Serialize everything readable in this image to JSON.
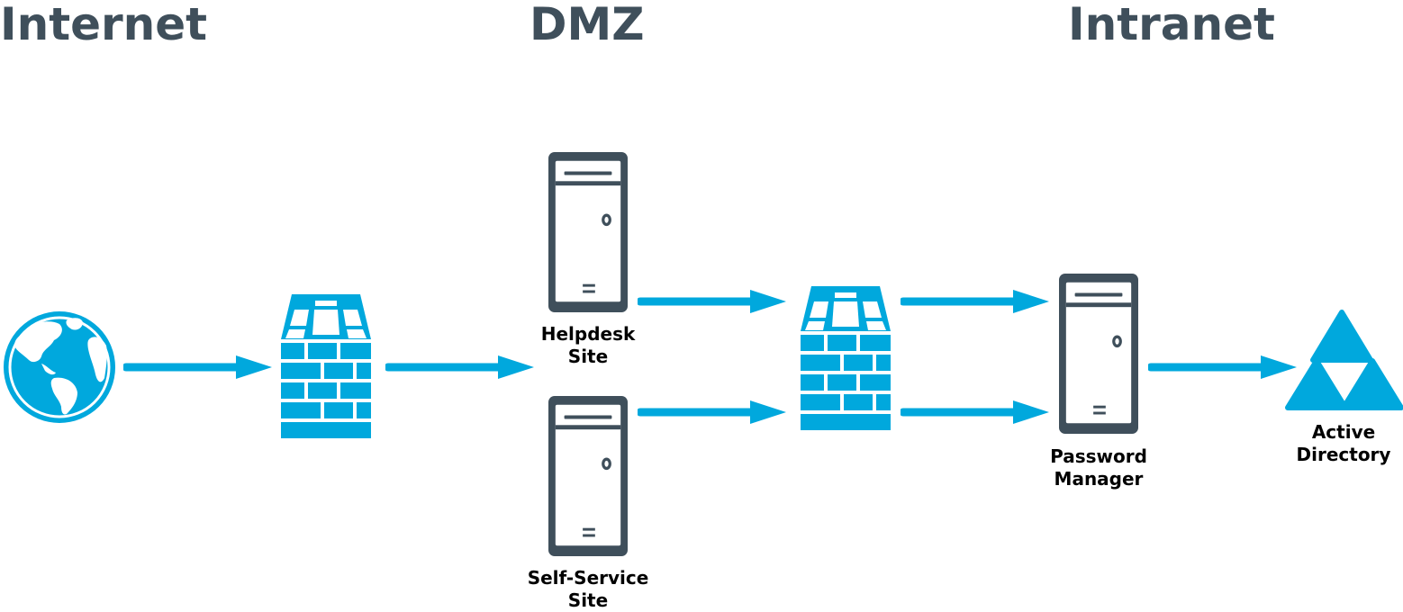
{
  "zones": {
    "internet": "Internet",
    "dmz": "DMZ",
    "intranet": "Intranet"
  },
  "nodes": {
    "helpdesk_site": {
      "line1": "Helpdesk",
      "line2": "Site"
    },
    "self_service_site": {
      "line1": "Self-Service",
      "line2": "Site"
    },
    "password_manager": {
      "line1": "Password",
      "line2": "Manager"
    },
    "active_directory": {
      "line1": "Active",
      "line2": "Directory"
    }
  },
  "icons": {
    "globe": "globe-icon",
    "firewall": "firewall-icon",
    "server": "server-icon",
    "active_directory": "active-directory-icon"
  },
  "colors": {
    "accent": "#00a8dd",
    "dark": "#3f4f5b",
    "label": "#000000"
  }
}
